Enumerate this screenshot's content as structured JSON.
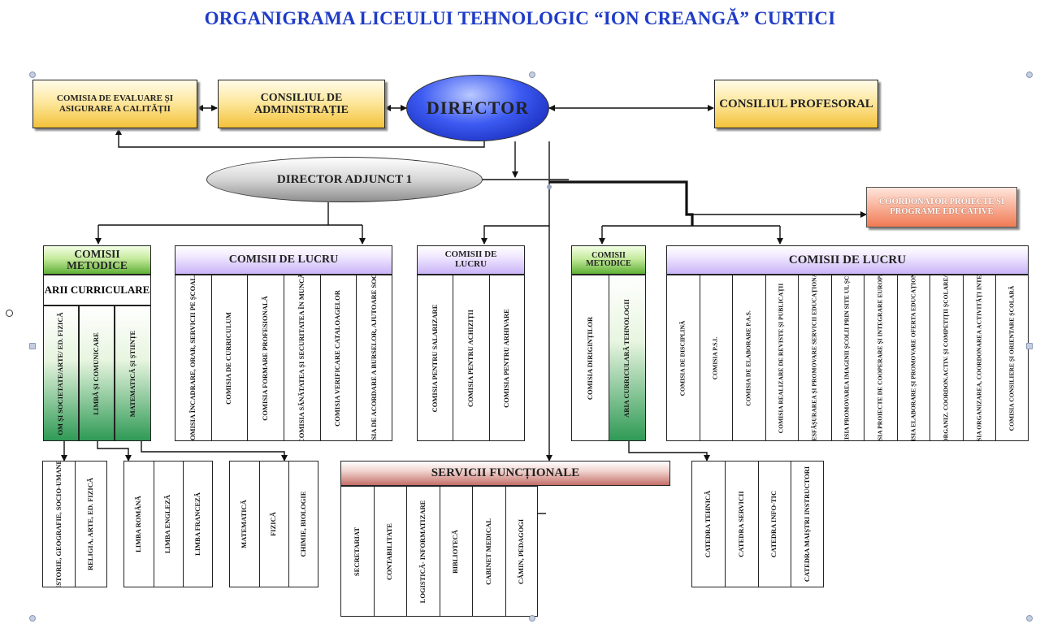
{
  "title": "ORGANIGRAMA LICEULUI TEHNOLOGIC “ION CREANGĂ” CURTICI",
  "top": {
    "comisia_evaluare": "COMISIA DE EVALUARE ȘI ASIGURARE A CALITĂȚII",
    "consiliul_administratie": "CONSILIUL DE ADMINISTRAȚIE",
    "director": "DIRECTOR",
    "consiliul_profesoral": "CONSILIUL PROFESORAL",
    "director_adjunct": "DIRECTOR ADJUNCT 1",
    "coordonator": "COORDONATOR PROIECTE ȘI PROGRAME EDUCATIVE"
  },
  "comisii_metodice_1": {
    "header": "COMISII METODICE",
    "subheader": "ARII CURRICULARE",
    "columns": [
      "OM ȘI SOCIETATE/ARTE/ ED. FIZICĂ",
      "LIMBĂ ȘI COMUNICARE",
      "MATEMATICĂ ȘI ȘTIINȚE"
    ]
  },
  "arii_subgroups": [
    [
      "ISTORIE, GEOGRAFIE, SOCIO-UMANE",
      "RELIGIA, ARTE, ED. FIZICĂ"
    ],
    [
      "LIMBA ROMÂNĂ",
      "LIMBA ENGLEZĂ",
      "LIMBA FRANCEZĂ"
    ],
    [
      "MATEMATICĂ",
      "FIZICĂ",
      "CHIMIE, BIOLOGIE"
    ]
  ],
  "comisii_lucru_1": {
    "header": "COMISII DE LUCRU",
    "columns": [
      "COMISIA ÎNCADRARE, ORAR, SERVICII PE ȘCOALĂ",
      "COMISIA DE CURRICULUM",
      "COMISIA FORMARE PROFESIONALĂ",
      "COMISIA SĂNĂTATEA ȘI SECURITATEA ÎN MUNCĂ",
      "COMISIA VERIFICARE CATALOAGELOR",
      "COMISIA DE ACORDARE A BURSELOR, AJUTOARE SOCIALE"
    ]
  },
  "comisii_lucru_2": {
    "header": "COMISII DE LUCRU",
    "columns": [
      "COMISIA PENTRU SALARIZARE",
      "COMISIA PENTRU ACHIZIȚII",
      "COMISIA PENTRU ARHIVARE"
    ]
  },
  "comisii_metodice_2": {
    "header": "COMISII METODICE",
    "columns": [
      "COMISIA DIRIGINȚILOR",
      "ARIA CURRICULARĂ TEHNOLOGII"
    ]
  },
  "comisii_lucru_3": {
    "header": "COMISII DE LUCRU",
    "columns": [
      "COMISIA DE DISCIPLINĂ",
      "COMISIA P.S.I.",
      "COMISIA DE ELABORARE P.A.S.",
      "COMISIA REALIZARE DE REVISTE ȘI PUBLICAȚII",
      "COMISIA DESFĂȘURAREA ȘI PROMOVARE SERVICII EDUCAȚIONALE RADIO",
      "COMISIA PROMOVAREA IMAGINII ȘCOLII PRIN SITE UL ȘCOLII",
      "COMISIA PROIECTE DE COOPERARE ȘI INTEGRARE EUROPEANĂ",
      "COMISIA ELABORARE ȘI PROMOVARE OFERTA EDUCAȚIONALĂ",
      "COMISIA ORGANIZ. COORDON.ACTIV. ȘI COMPETIȚII ȘCOLARE/EXTRAȘC.",
      "COMISIA ORGANIZAREA, COORDONAREA ACTIVITĂȚI INTERNAT",
      "COMISIA CONSILIERE ȘI ORIENTARE ȘCOLARĂ"
    ]
  },
  "servicii": {
    "header": "SERVICII FUNCȚIONALE",
    "columns": [
      "SECRETARIAT",
      "CONTABILITATE",
      "LOGISTICĂ- INFORMATIZARE",
      "BIBLIOTECĂ",
      "CABINET MEDICAL",
      "CĂMIN, PEDAGOGI"
    ]
  },
  "catedre": [
    "CATEDRA TEHNICĂ",
    "CATEDRA SERVICII",
    "CATEDRA INFO-TIC",
    "CATEDRA MAIȘTRI INSTRUCTORI"
  ],
  "colors": {
    "title": "#1f3cc8",
    "director": "#3d5bf2",
    "yellow": "#f3c23a",
    "purple": "#c9b4f6",
    "green": "#5fb037",
    "red": "#c47068"
  }
}
